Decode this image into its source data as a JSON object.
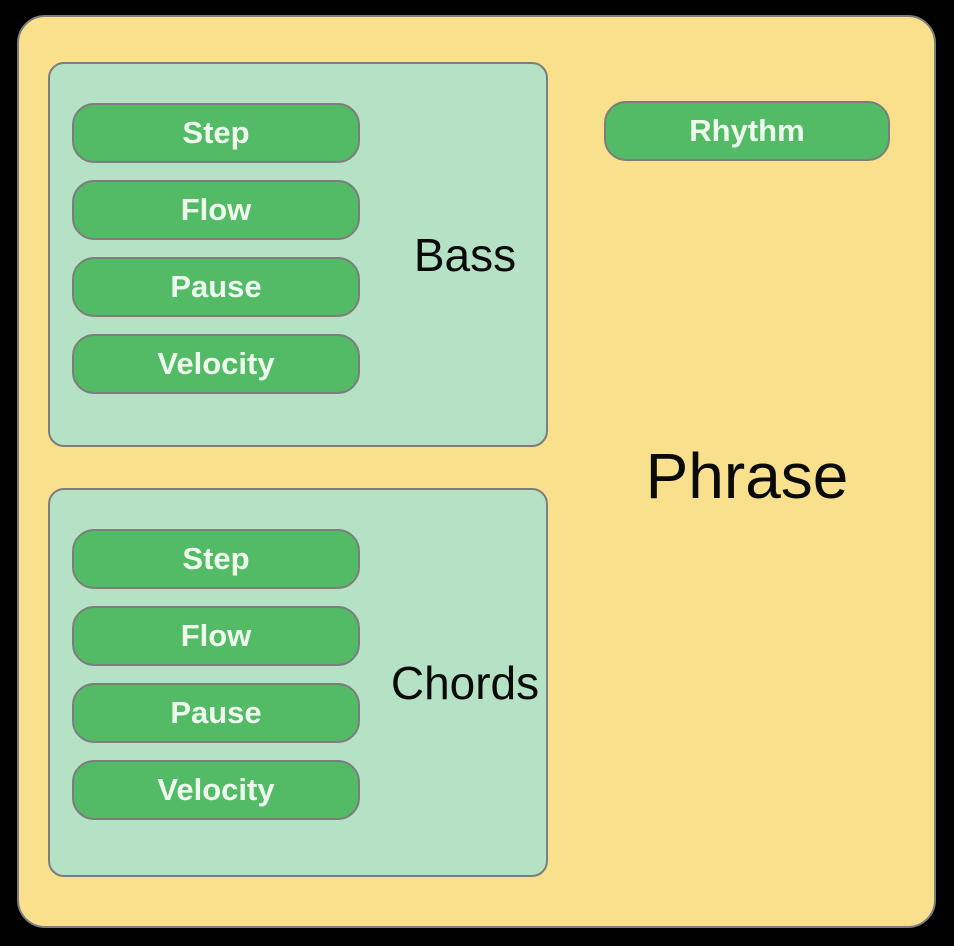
{
  "diagram": {
    "title": "Phrase",
    "rhythm_node": "Rhythm",
    "groups": [
      {
        "label": "Bass",
        "modules": [
          "Step",
          "Flow",
          "Pause",
          "Velocity"
        ]
      },
      {
        "label": "Chords",
        "modules": [
          "Step",
          "Flow",
          "Pause",
          "Velocity"
        ]
      }
    ],
    "colors": {
      "page_bg": "#000000",
      "outer_bg": "#F8E08D",
      "group_bg": "#B5E1C4",
      "pill_bg": "#53BA65",
      "pill_text": "#EFFAEF",
      "border": "#7D7D7D",
      "label_text": "#0A0A0A"
    }
  }
}
